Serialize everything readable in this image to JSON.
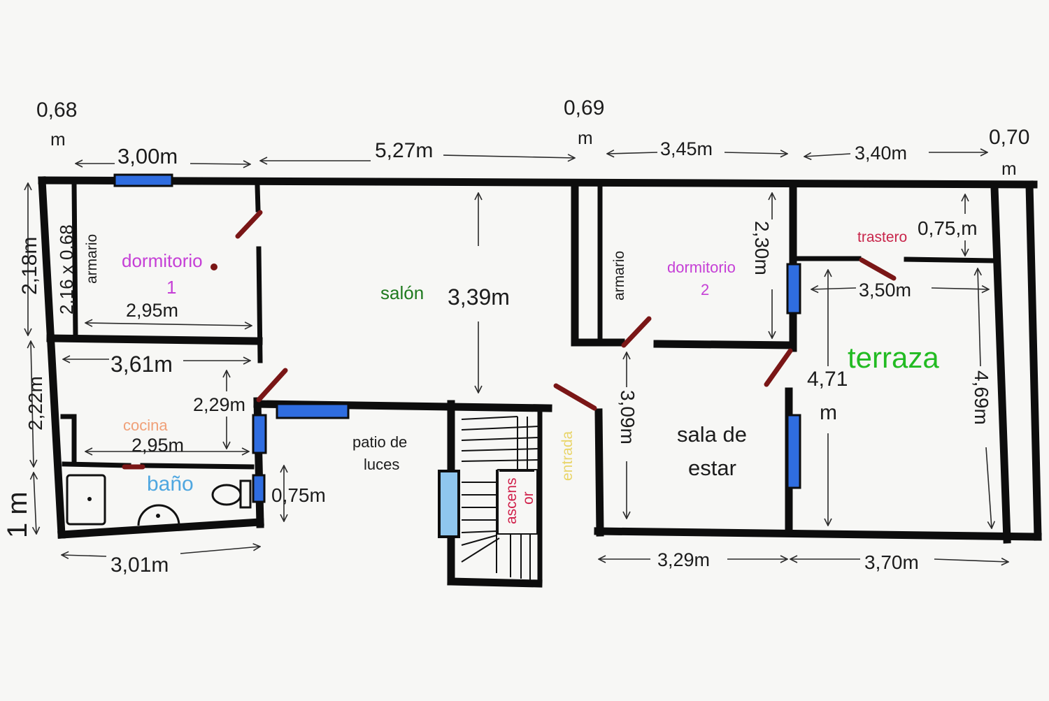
{
  "colors": {
    "wall": "#0d0d0d",
    "door": "#7a1616",
    "window": "#2f6de0",
    "dormitorio": "#c53fd6",
    "salon": "#1f7a1f",
    "cocina": "#f0a078",
    "bano": "#4fa7e0",
    "trastero": "#c8254a",
    "ascensor": "#d0204a",
    "entrada": "#e9d56a",
    "terraza": "#22bb22"
  },
  "rooms": {
    "dormitorio1": {
      "line1": "dormitorio",
      "line2": "1"
    },
    "armario1": "armario",
    "armario1_dims": "2,16 x 0,68",
    "salon": "salón",
    "cocina": "cocina",
    "bano": "baño",
    "patio_line1": "patio de",
    "patio_line2": "luces",
    "ascensor_line1": "ascens",
    "ascensor_line2": "or",
    "entrada": "entrada",
    "armario2": "armario",
    "dormitorio2": {
      "line1": "dormitorio",
      "line2": "2"
    },
    "trastero": "trastero",
    "terraza": "terraza",
    "sala_line1": "sala de",
    "sala_line2": "estar"
  },
  "dimensions": {
    "top_068": "0,68",
    "top_068_unit": "m",
    "top_300": "3,00m",
    "top_527": "5,27m",
    "top_069": "0,69",
    "top_069_unit": "m",
    "top_345": "3,45m",
    "top_340": "3,40m",
    "top_070": "0,70",
    "top_070_unit": "m",
    "left_218": "2,18m",
    "left_222": "2,22m",
    "left_1m": "1 m",
    "d1_295": "2,95m",
    "d1_361": "3,61m",
    "salon_339": "3,39m",
    "kit_229": "2,29m",
    "kit_295": "2,95m",
    "bath_075": "0,75m",
    "bottom_301": "3,01m",
    "d2_230": "2,30m",
    "trastero_075": "0,75,m",
    "terr_350": "3,50m",
    "terr_471": "4,71",
    "terr_471_unit": "m",
    "terr_469": "4,69m",
    "sala_309": "3,09m",
    "bottom_329": "3,29m",
    "bottom_370": "3,70m"
  }
}
